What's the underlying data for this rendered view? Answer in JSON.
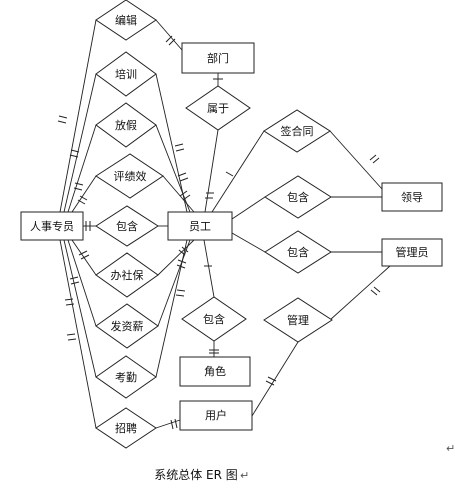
{
  "entities": [
    {
      "id": "renshi",
      "label": "人事专员"
    },
    {
      "id": "yuangong",
      "label": "员工"
    },
    {
      "id": "bumen",
      "label": "部门"
    },
    {
      "id": "lingdao",
      "label": "领导"
    },
    {
      "id": "guanliyuan",
      "label": "管理员"
    },
    {
      "id": "juese",
      "label": "角色"
    },
    {
      "id": "yonghu",
      "label": "用户"
    }
  ],
  "relationships": [
    {
      "id": "bianji",
      "label": "编辑"
    },
    {
      "id": "peixun",
      "label": "培训"
    },
    {
      "id": "fangjia",
      "label": "放假"
    },
    {
      "id": "pingjixiao",
      "label": "评绩效"
    },
    {
      "id": "baohan1",
      "label": "包含"
    },
    {
      "id": "banshebao",
      "label": "办社保"
    },
    {
      "id": "fazixin",
      "label": "发资薪"
    },
    {
      "id": "kaoqin",
      "label": "考勤"
    },
    {
      "id": "zhaopin",
      "label": "招聘"
    },
    {
      "id": "shuyu",
      "label": "属于"
    },
    {
      "id": "qianhetong",
      "label": "签合同"
    },
    {
      "id": "baohan2",
      "label": "包含"
    },
    {
      "id": "baohan3",
      "label": "包含"
    },
    {
      "id": "baohan4",
      "label": "包含"
    },
    {
      "id": "guanli",
      "label": "管理"
    }
  ],
  "caption": "系统总体 ER 图",
  "caption_mark": "↵",
  "return_mark": "↵"
}
